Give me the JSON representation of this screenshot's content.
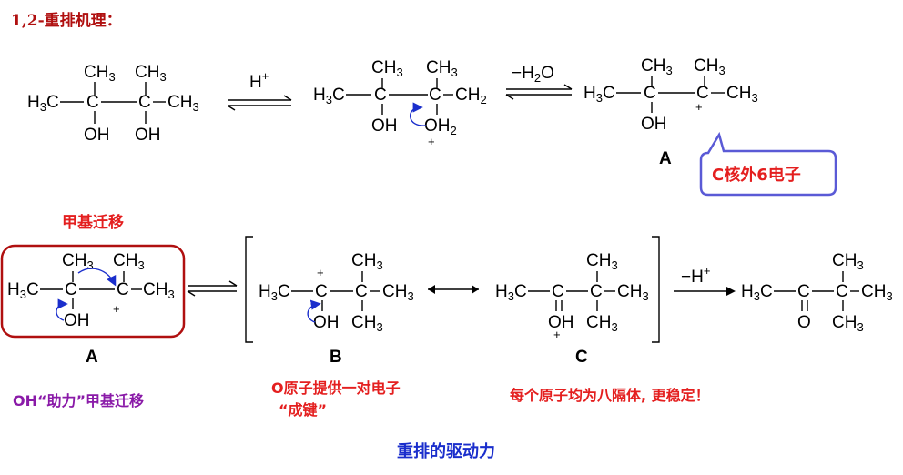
{
  "title": "1,2-重排机理：",
  "reagents": {
    "acid": "H",
    "acid_sup": "+",
    "dehydrate": "−H",
    "dehydrate_sub": "2",
    "dehydrate_o": "O",
    "deprot": "−H",
    "deprot_sup": "+"
  },
  "labels": {
    "A1": "A",
    "A2": "A",
    "B": "B",
    "C": "C"
  },
  "callout": "C核外6电子",
  "methyl_migration": "甲基迁移",
  "note_oh": "OH“助力”甲基迁移",
  "note_o_line1": "O原子提供一对电子",
  "note_o_line2": "“成键”",
  "note_octet": "每个原子均为八隔体, 更稳定！",
  "footer": "重排的驱动力",
  "atoms": {
    "CH3": "CH",
    "sub3": "3",
    "H3C": "H",
    "C": "C",
    "OH": "OH",
    "O": "O",
    "CH2": "CH",
    "sub2": "2",
    "H": "H",
    "plus": "+"
  },
  "colors": {
    "red": "#e41f1f",
    "darkred": "#b01010",
    "purple": "#8a1aa8",
    "blue": "#1a2ecc",
    "callout_border": "#5a5ad6"
  }
}
